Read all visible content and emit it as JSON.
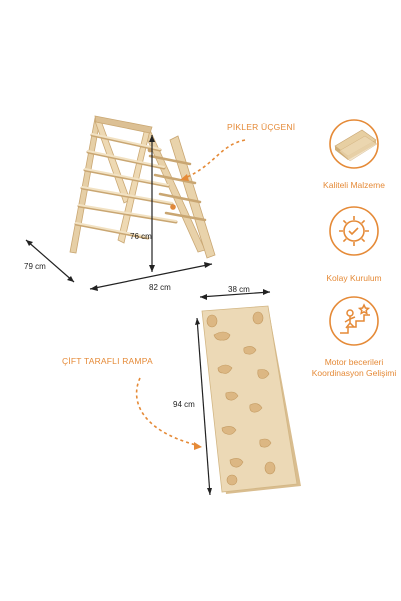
{
  "labels": {
    "triangle_title": "PİKLER ÜÇGENİ",
    "ramp_title": "ÇİFT TARAFLI RAMPA"
  },
  "dimensions": {
    "triangle_depth": "79 cm",
    "triangle_height": "76 cm",
    "triangle_width": "82 cm",
    "ramp_width": "38 cm",
    "ramp_length": "94 cm"
  },
  "features": [
    {
      "label": "Kaliteli Malzeme",
      "icon": "wood-planks-icon"
    },
    {
      "label": "Kolay Kurulum",
      "icon": "gear-wrench-icon"
    },
    {
      "label": "Motor becerileri Koordinasyon Gelişimi",
      "icon": "child-climbing-icon"
    }
  ],
  "colors": {
    "accent": "#e58a37",
    "wood_light": "#ead7b4",
    "wood_dark": "#d6b98a"
  }
}
